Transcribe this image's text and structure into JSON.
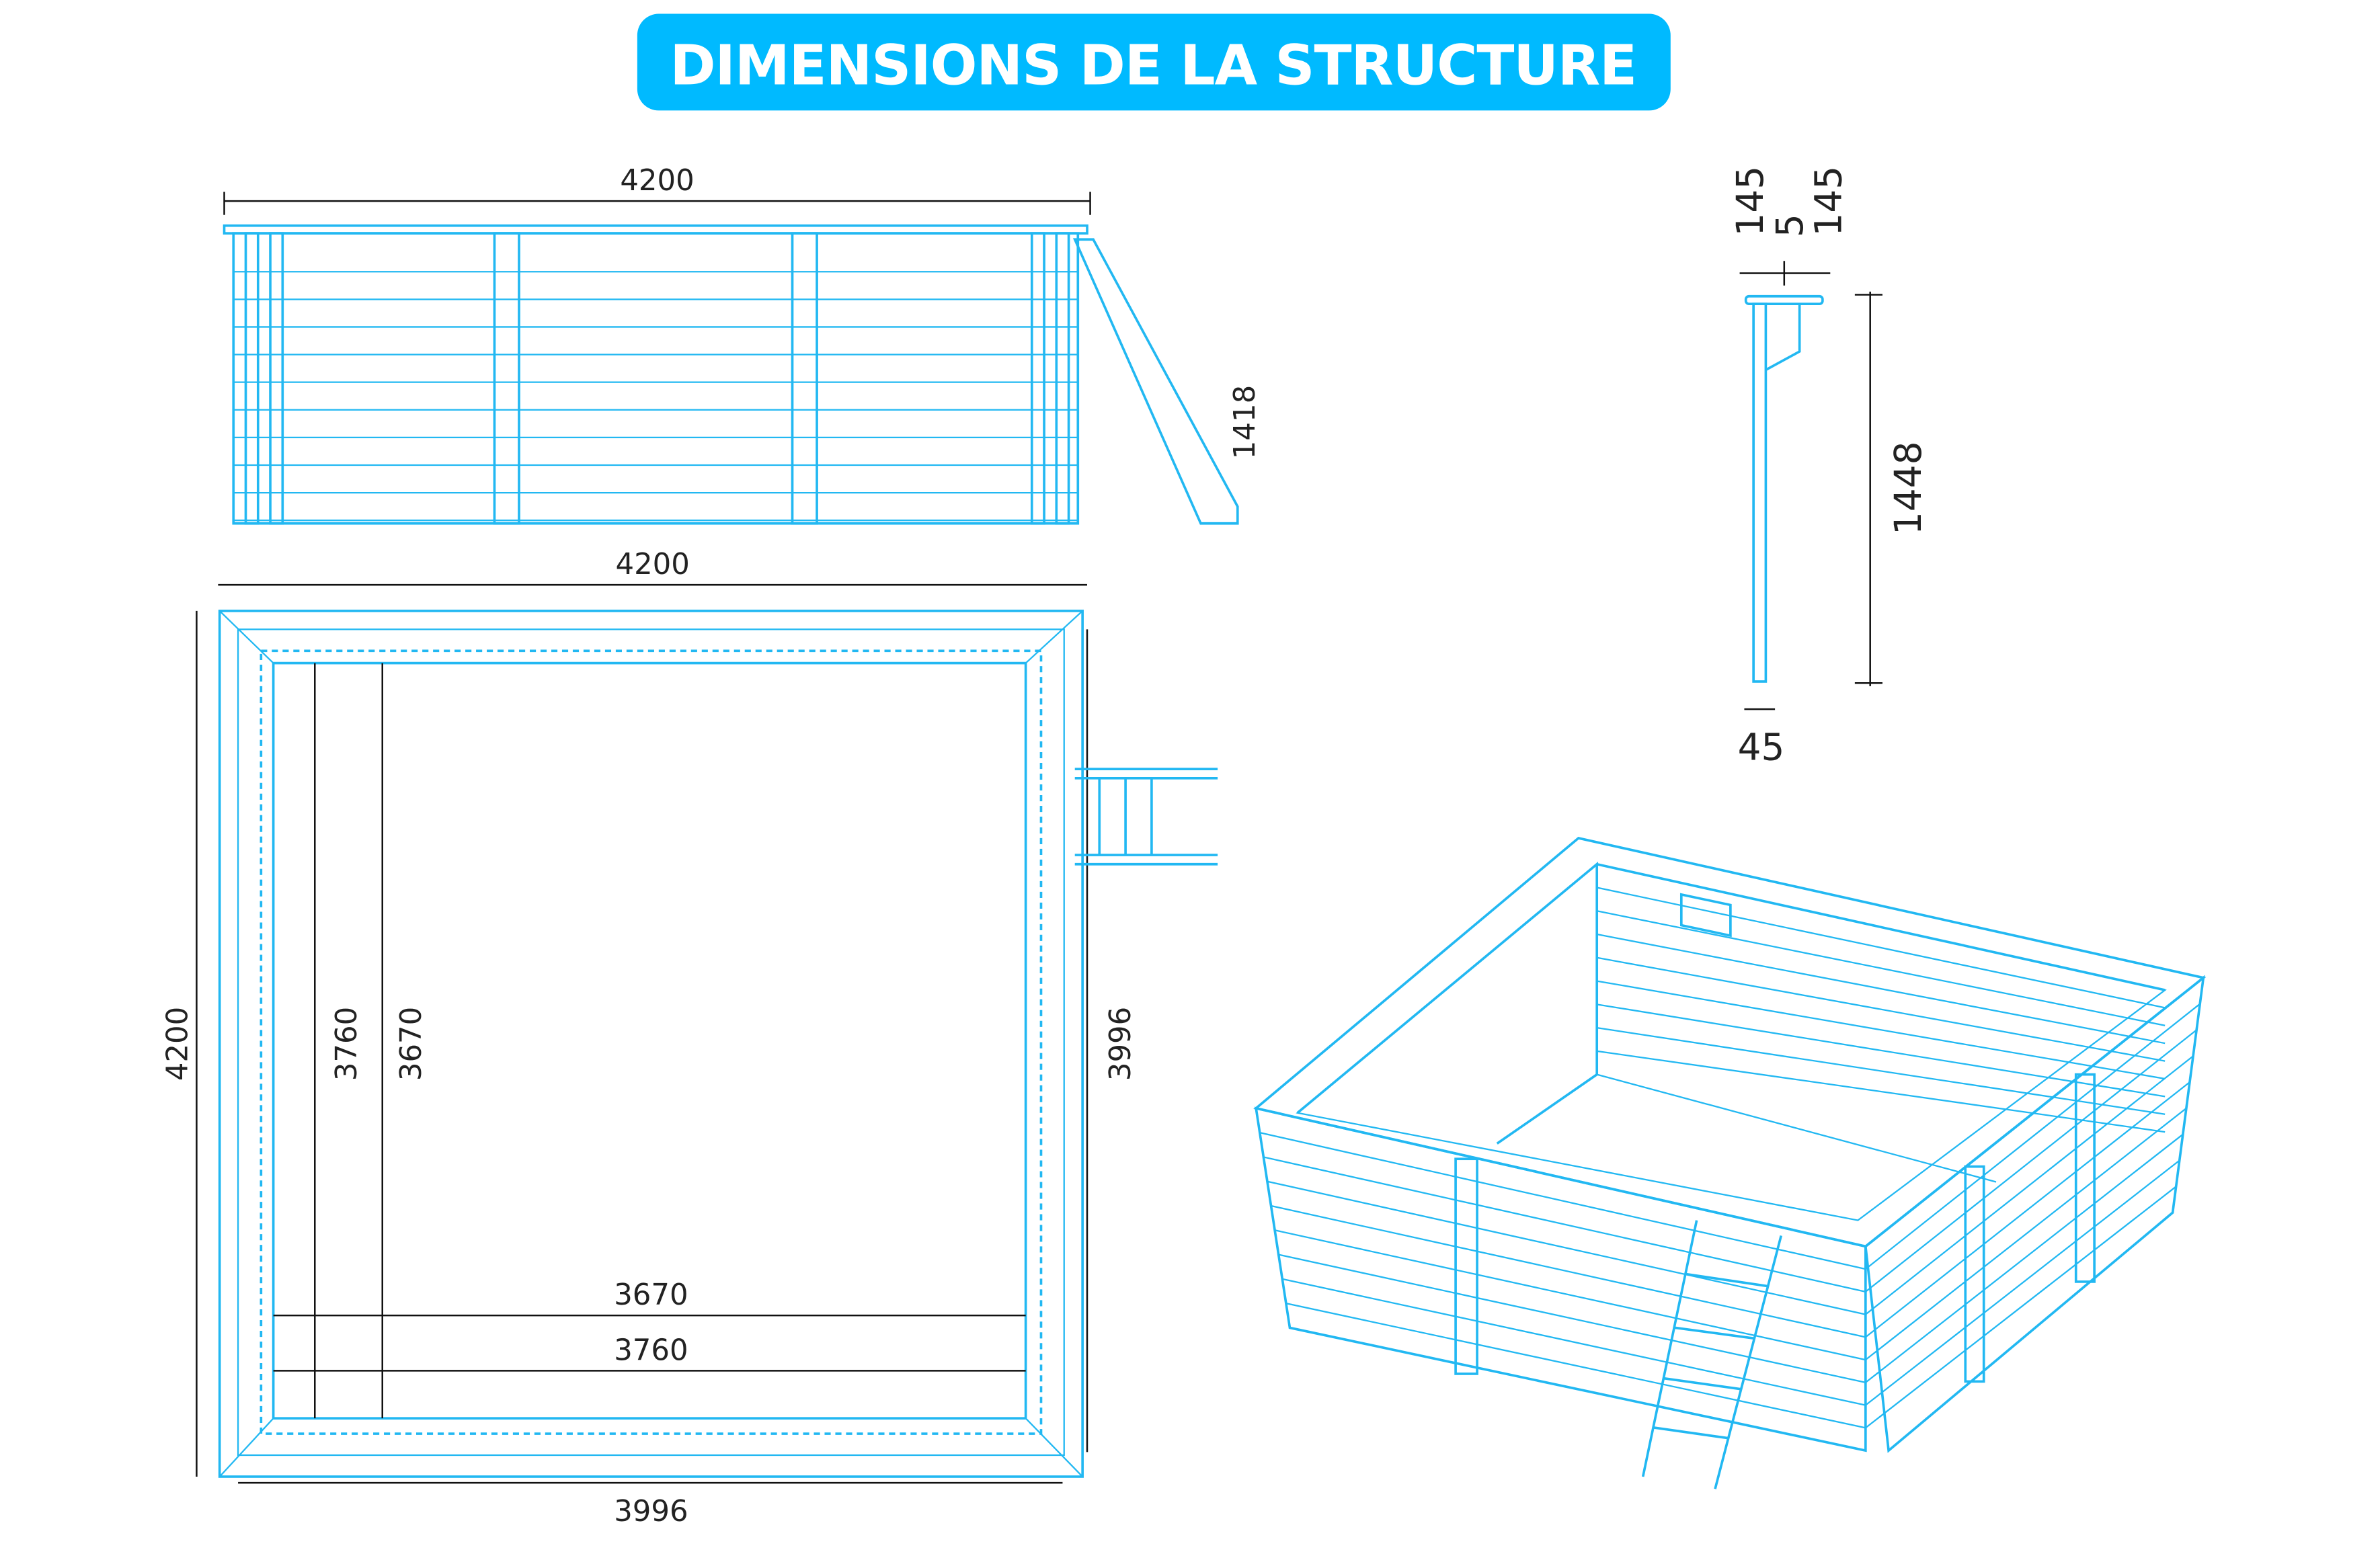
{
  "title": "DIMENSIONS DE LA STRUCTURE",
  "colors": {
    "accent": "#00BAFF",
    "line": "#22B8F2",
    "dimension": "#111111"
  },
  "side_view": {
    "width": "4200",
    "ladder_height": "1418"
  },
  "plan_view": {
    "top_width": "4200",
    "left_height": "4200",
    "bottom_width": "3996",
    "right_height": "3996",
    "inner_v1": "3760",
    "inner_v2": "3670",
    "inner_h1": "3670",
    "inner_h2": "3760"
  },
  "section_view": {
    "top_left": "145",
    "top_mid": "5",
    "top_right": "145",
    "height": "1448",
    "thickness": "45"
  }
}
